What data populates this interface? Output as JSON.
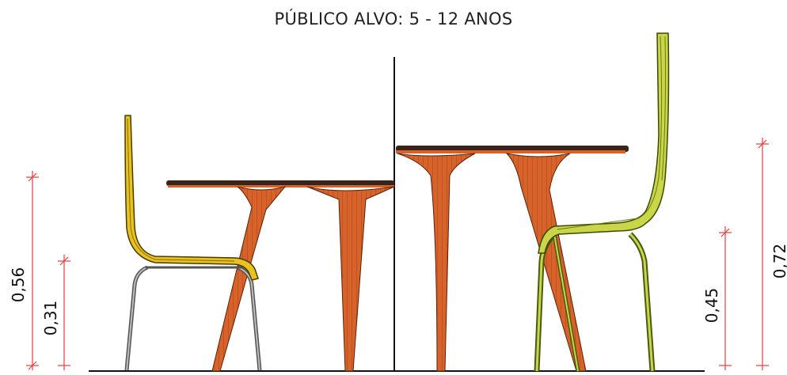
{
  "title": "PÚBLICO ALVO: 5 - 12 ANOS",
  "dimensions": {
    "left_table_height": "0,56",
    "left_seat_height": "0,31",
    "right_seat_height": "0,45",
    "right_table_height": "0,72"
  },
  "colors": {
    "wood": "#d8632a",
    "wood_line": "#6a2a0c",
    "chair_small": "#e8c21e",
    "chair_large": "#c9d64a",
    "steel": "#8a8a8a",
    "dimension": "#e04040"
  }
}
